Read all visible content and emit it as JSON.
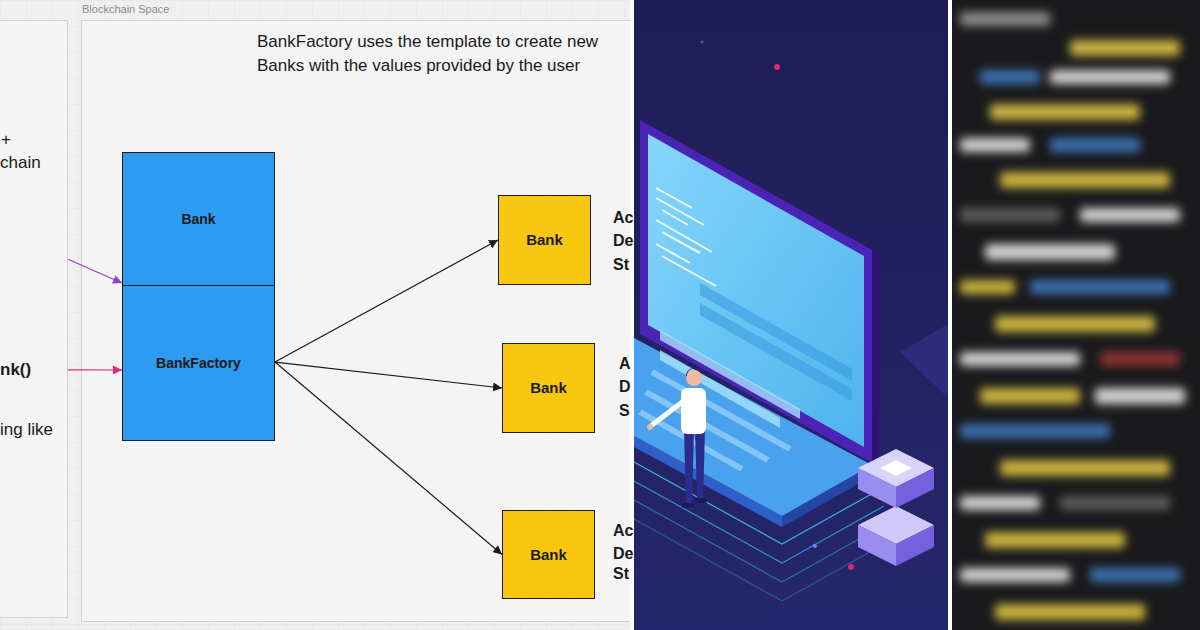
{
  "diagram": {
    "nodes": [
      {
        "text": [
          "+",
          "chain",
          "nk()",
          "ing like"
        ]
      },
      {
        "text": [
          "Blockchain Space",
          "BankFactory uses the template to create new Banks with the values provided by the user"
        ]
      },
      {
        "text": [
          "Bank"
        ],
        "in": 1
      },
      {
        "text": [
          "BankFactory"
        ],
        "in": 1
      },
      {
        "text": [
          "Bank"
        ],
        "in": 1
      },
      {
        "text": [
          "Bank"
        ],
        "in": 1
      },
      {
        "text": [
          "Bank"
        ],
        "in": 1
      }
    ],
    "edges": [
      {
        "from": 0,
        "to": 2,
        "arrow": "to"
      },
      {
        "from": 0,
        "to": 3,
        "arrow": "to"
      },
      {
        "from": 3,
        "to": 4,
        "arrow": "to"
      },
      {
        "from": 3,
        "to": 5,
        "arrow": "to"
      },
      {
        "from": 3,
        "to": 6,
        "arrow": "to"
      }
    ],
    "labels": [
      "Ac",
      "De",
      "St",
      "A",
      "D",
      "S",
      "Ac",
      "De",
      "St"
    ]
  }
}
